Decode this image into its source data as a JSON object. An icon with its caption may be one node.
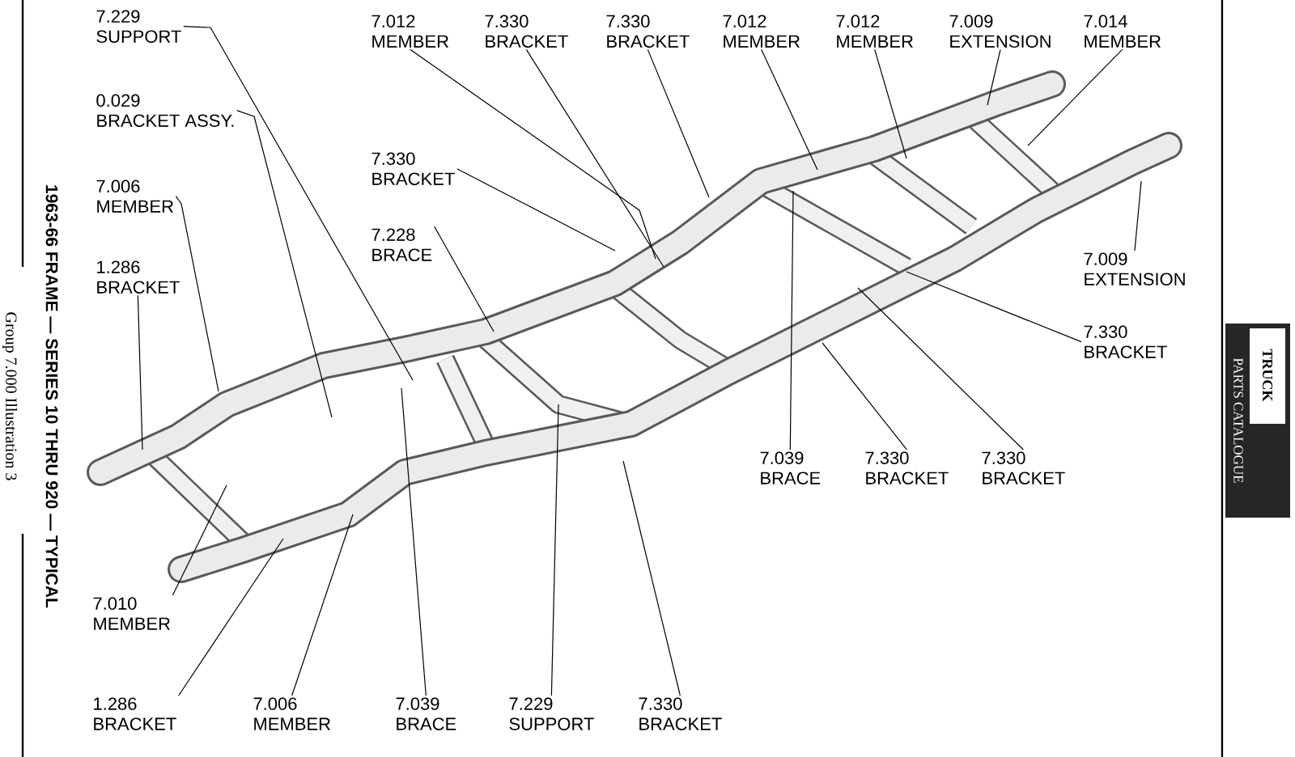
{
  "diagram": {
    "nodes": [
      {
        "text": [
          "7.229",
          "SUPPORT"
        ]
      },
      {
        "text": [
          "0.029",
          "BRACKET ASSY."
        ]
      },
      {
        "text": [
          "7.006",
          "MEMBER"
        ]
      },
      {
        "text": [
          "1.286",
          "BRACKET"
        ]
      },
      {
        "text": [
          "7.012",
          "MEMBER"
        ]
      },
      {
        "text": [
          "7.330",
          "BRACKET"
        ]
      },
      {
        "text": [
          "7.330",
          "BRACKET"
        ]
      },
      {
        "text": [
          "7.012",
          "MEMBER"
        ]
      },
      {
        "text": [
          "7.012",
          "MEMBER"
        ]
      },
      {
        "text": [
          "7.009",
          "EXTENSION"
        ]
      },
      {
        "text": [
          "7.014",
          "MEMBER"
        ]
      },
      {
        "text": [
          "7.330",
          "BRACKET"
        ]
      },
      {
        "text": [
          "7.228",
          "BRACE"
        ]
      },
      {
        "text": [
          "7.009",
          "EXTENSION"
        ]
      },
      {
        "text": [
          "7.330",
          "BRACKET"
        ]
      },
      {
        "text": [
          "7.039",
          "BRACE"
        ]
      },
      {
        "text": [
          "7.330",
          "BRACKET"
        ]
      },
      {
        "text": [
          "7.330",
          "BRACKET"
        ]
      },
      {
        "text": [
          "7.010",
          "MEMBER"
        ]
      },
      {
        "text": [
          "1.286",
          "BRACKET"
        ]
      },
      {
        "text": [
          "7.006",
          "MEMBER"
        ]
      },
      {
        "text": [
          "7.039",
          "BRACE"
        ]
      },
      {
        "text": [
          "7.229",
          "SUPPORT"
        ]
      },
      {
        "text": [
          "7.330",
          "BRACKET"
        ]
      }
    ],
    "edges": [
      {
        "from": 0,
        "to": null,
        "arrow": "none"
      },
      {
        "from": 1,
        "to": null,
        "arrow": "none"
      },
      {
        "from": 2,
        "to": null,
        "arrow": "none"
      },
      {
        "from": 3,
        "to": null,
        "arrow": "none"
      },
      {
        "from": 4,
        "to": null,
        "arrow": "none"
      },
      {
        "from": 5,
        "to": null,
        "arrow": "none"
      },
      {
        "from": 6,
        "to": null,
        "arrow": "none"
      },
      {
        "from": 7,
        "to": null,
        "arrow": "none"
      },
      {
        "from": 8,
        "to": null,
        "arrow": "none"
      },
      {
        "from": 9,
        "to": null,
        "arrow": "none"
      },
      {
        "from": 10,
        "to": null,
        "arrow": "none"
      },
      {
        "from": 11,
        "to": null,
        "arrow": "none"
      },
      {
        "from": 12,
        "to": null,
        "arrow": "none"
      },
      {
        "from": 13,
        "to": null,
        "arrow": "none"
      },
      {
        "from": 14,
        "to": null,
        "arrow": "none"
      },
      {
        "from": 15,
        "to": null,
        "arrow": "none"
      },
      {
        "from": 16,
        "to": null,
        "arrow": "none"
      },
      {
        "from": 17,
        "to": null,
        "arrow": "none"
      },
      {
        "from": 18,
        "to": null,
        "arrow": "none"
      },
      {
        "from": 19,
        "to": null,
        "arrow": "none"
      },
      {
        "from": 20,
        "to": null,
        "arrow": "none"
      },
      {
        "from": 21,
        "to": null,
        "arrow": "none"
      },
      {
        "from": 22,
        "to": null,
        "arrow": "none"
      },
      {
        "from": 23,
        "to": null,
        "arrow": "none"
      }
    ],
    "labels": [
      "1963-66 FRAME — SERIES 10 THRU 920 — TYPICAL",
      "Group 7.000 Illustration 3",
      "TRUCK",
      "PARTS CATALOGUE"
    ]
  }
}
